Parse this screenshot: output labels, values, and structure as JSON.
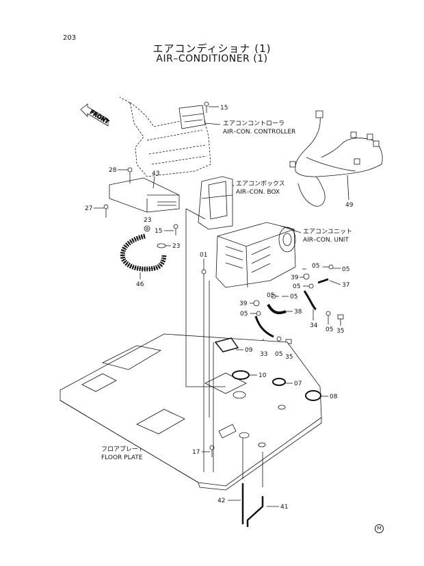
{
  "page_number": "203",
  "title_jp": "エアコンディショナ (1)",
  "title_en": "AIR–CONDITIONER (1)",
  "front_label": "FRONT",
  "callouts": {
    "controller_jp": "エアコンコントローラ",
    "controller_en": "AIR–CON. CONTROLLER",
    "box_jp": "エアコンボックス",
    "box_en": "AIR–CON. BOX",
    "unit_jp": "エアコンユニット",
    "unit_en": "AIR–CON. UNIT",
    "floor_jp": "フロアプレート",
    "floor_en": "FLOOR PLATE"
  },
  "part_numbers": [
    "15",
    "28",
    "43",
    "27",
    "23",
    "15",
    "23",
    "46",
    "01",
    "49",
    "05",
    "05",
    "39",
    "05",
    "37",
    "39",
    "05",
    "05",
    "05",
    "38",
    "34",
    "05",
    "35",
    "33",
    "05",
    "35",
    "09",
    "10",
    "07",
    "08",
    "17",
    "42",
    "41"
  ],
  "corner_mark": "M"
}
